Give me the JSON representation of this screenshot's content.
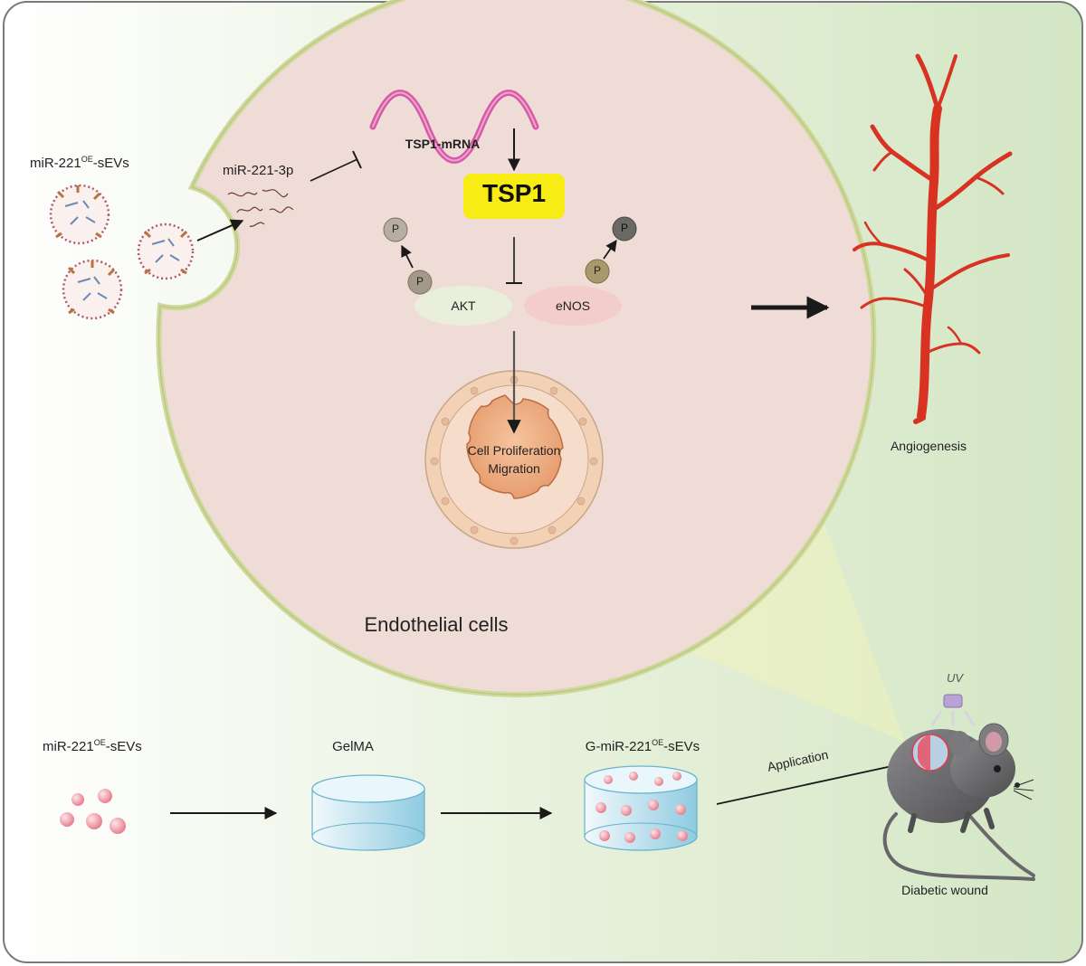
{
  "labels": {
    "sevs_top_prefix": "miR-221",
    "sevs_top_sup": "OE",
    "sevs_top_suffix": "-sEVs",
    "mirna": "miR-221-3p",
    "mrna": "TSP1-mRNA",
    "tsp1": "TSP1",
    "p_left_top": "P",
    "p_left_bottom": "P",
    "p_right_top": "P",
    "p_right_bottom": "P",
    "akt": "AKT",
    "enos": "eNOS",
    "nucleus_line1": "Cell Proliferation",
    "nucleus_line2": "Migration",
    "endothelial": "Endothelial cells",
    "angiogenesis": "Angiogenesis",
    "sevs_bottom_prefix": "miR-221",
    "sevs_bottom_sup": "OE",
    "sevs_bottom_suffix": "-sEVs",
    "gelma": "GelMA",
    "g_sevs_prefix": "G-miR-221",
    "g_sevs_sup": "OE",
    "g_sevs_suffix": "-sEVs",
    "application": "Application",
    "uv": "UV",
    "diabetic": "Diabetic wound"
  },
  "colors": {
    "background_start": "#ffffff",
    "background_end": "#d6e8c8",
    "cell_fill": "#f0dcd6",
    "cell_outline": "#cfd99a",
    "tsp1_box": "#f7ec14",
    "mrna": "#d75aa6",
    "vessel": "#d73222",
    "nucleus": "#eeaa7e",
    "akt_oval": "#e9efdb",
    "enos_oval": "#f3cccc",
    "phosphate": "#a3998a",
    "sev_sphere": "#ec8f9c",
    "gel_cylinder": "#bfe2ef",
    "mouse": "#666568"
  }
}
